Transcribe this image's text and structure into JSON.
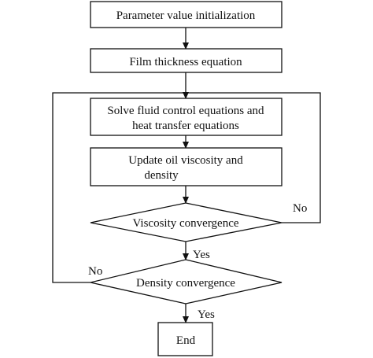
{
  "steps": {
    "init": "Parameter value initialization",
    "film": "Film thickness equation",
    "solve_line1": "Solve fluid control equations and",
    "solve_line2": "heat transfer equations",
    "update_line1": "Update oil viscosity and",
    "update_line2": "density",
    "end": "End"
  },
  "decisions": {
    "viscosity": "Viscosity convergence",
    "density": "Density convergence"
  },
  "edge_labels": {
    "viscosity_no": "No",
    "viscosity_yes": "Yes",
    "density_no": "No",
    "density_yes": "Yes"
  },
  "colors": {
    "stroke": "#111111",
    "fill": "#ffffff"
  }
}
